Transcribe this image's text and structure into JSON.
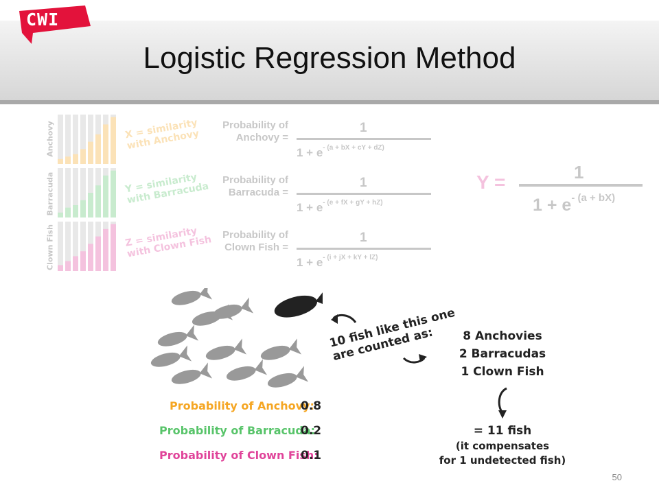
{
  "header": {
    "logo_text": "CWI",
    "title": "Logistic Regression Method"
  },
  "colors": {
    "anchovy": "#f5a623",
    "barracuda": "#58c46a",
    "clownfish": "#e0449a",
    "header_bar": "#a9a9a9",
    "logo_red": "#e3123b"
  },
  "bar_panels": [
    {
      "label": "Anchovy",
      "similarity": "X = similarity\nwith Anchovy"
    },
    {
      "label": "Barracuda",
      "similarity": "Y = similarity\nwith Barracuda"
    },
    {
      "label": "Clown Fish",
      "similarity": "Z = similarity\nwith Clown Fish"
    }
  ],
  "equations": [
    {
      "label": "Probability of\nAnchovy =",
      "numerator": "1",
      "denominator_base": "1 + e",
      "exponent": "- (a + bX + cY + dZ)"
    },
    {
      "label": "Probability of\nBarracuda =",
      "numerator": "1",
      "denominator_base": "1 + e",
      "exponent": "- (e + fX + gY + hZ)"
    },
    {
      "label": "Probability of\nClown Fish =",
      "numerator": "1",
      "denominator_base": "1 + e",
      "exponent": "- (i + jX + kY + lZ)"
    }
  ],
  "general": {
    "lhs": "Y =",
    "numerator": "1",
    "denominator_base": "1 + e",
    "exponent": "- (a + bX)"
  },
  "counting": {
    "note": "10 fish like this one\nare counted as:",
    "lines": [
      "8 Anchovies",
      "2 Barracudas",
      "1 Clown Fish"
    ],
    "result": "= 11 fish",
    "result_note": "(it compensates\nfor 1 undetected fish)"
  },
  "probabilities": [
    {
      "label": "Probability of Anchovy:",
      "value": "0.8"
    },
    {
      "label": "Probability of Barracuda:",
      "value": "0.2"
    },
    {
      "label": "Probability of Clown Fish:",
      "value": "0.1"
    }
  ],
  "page_number": "50"
}
